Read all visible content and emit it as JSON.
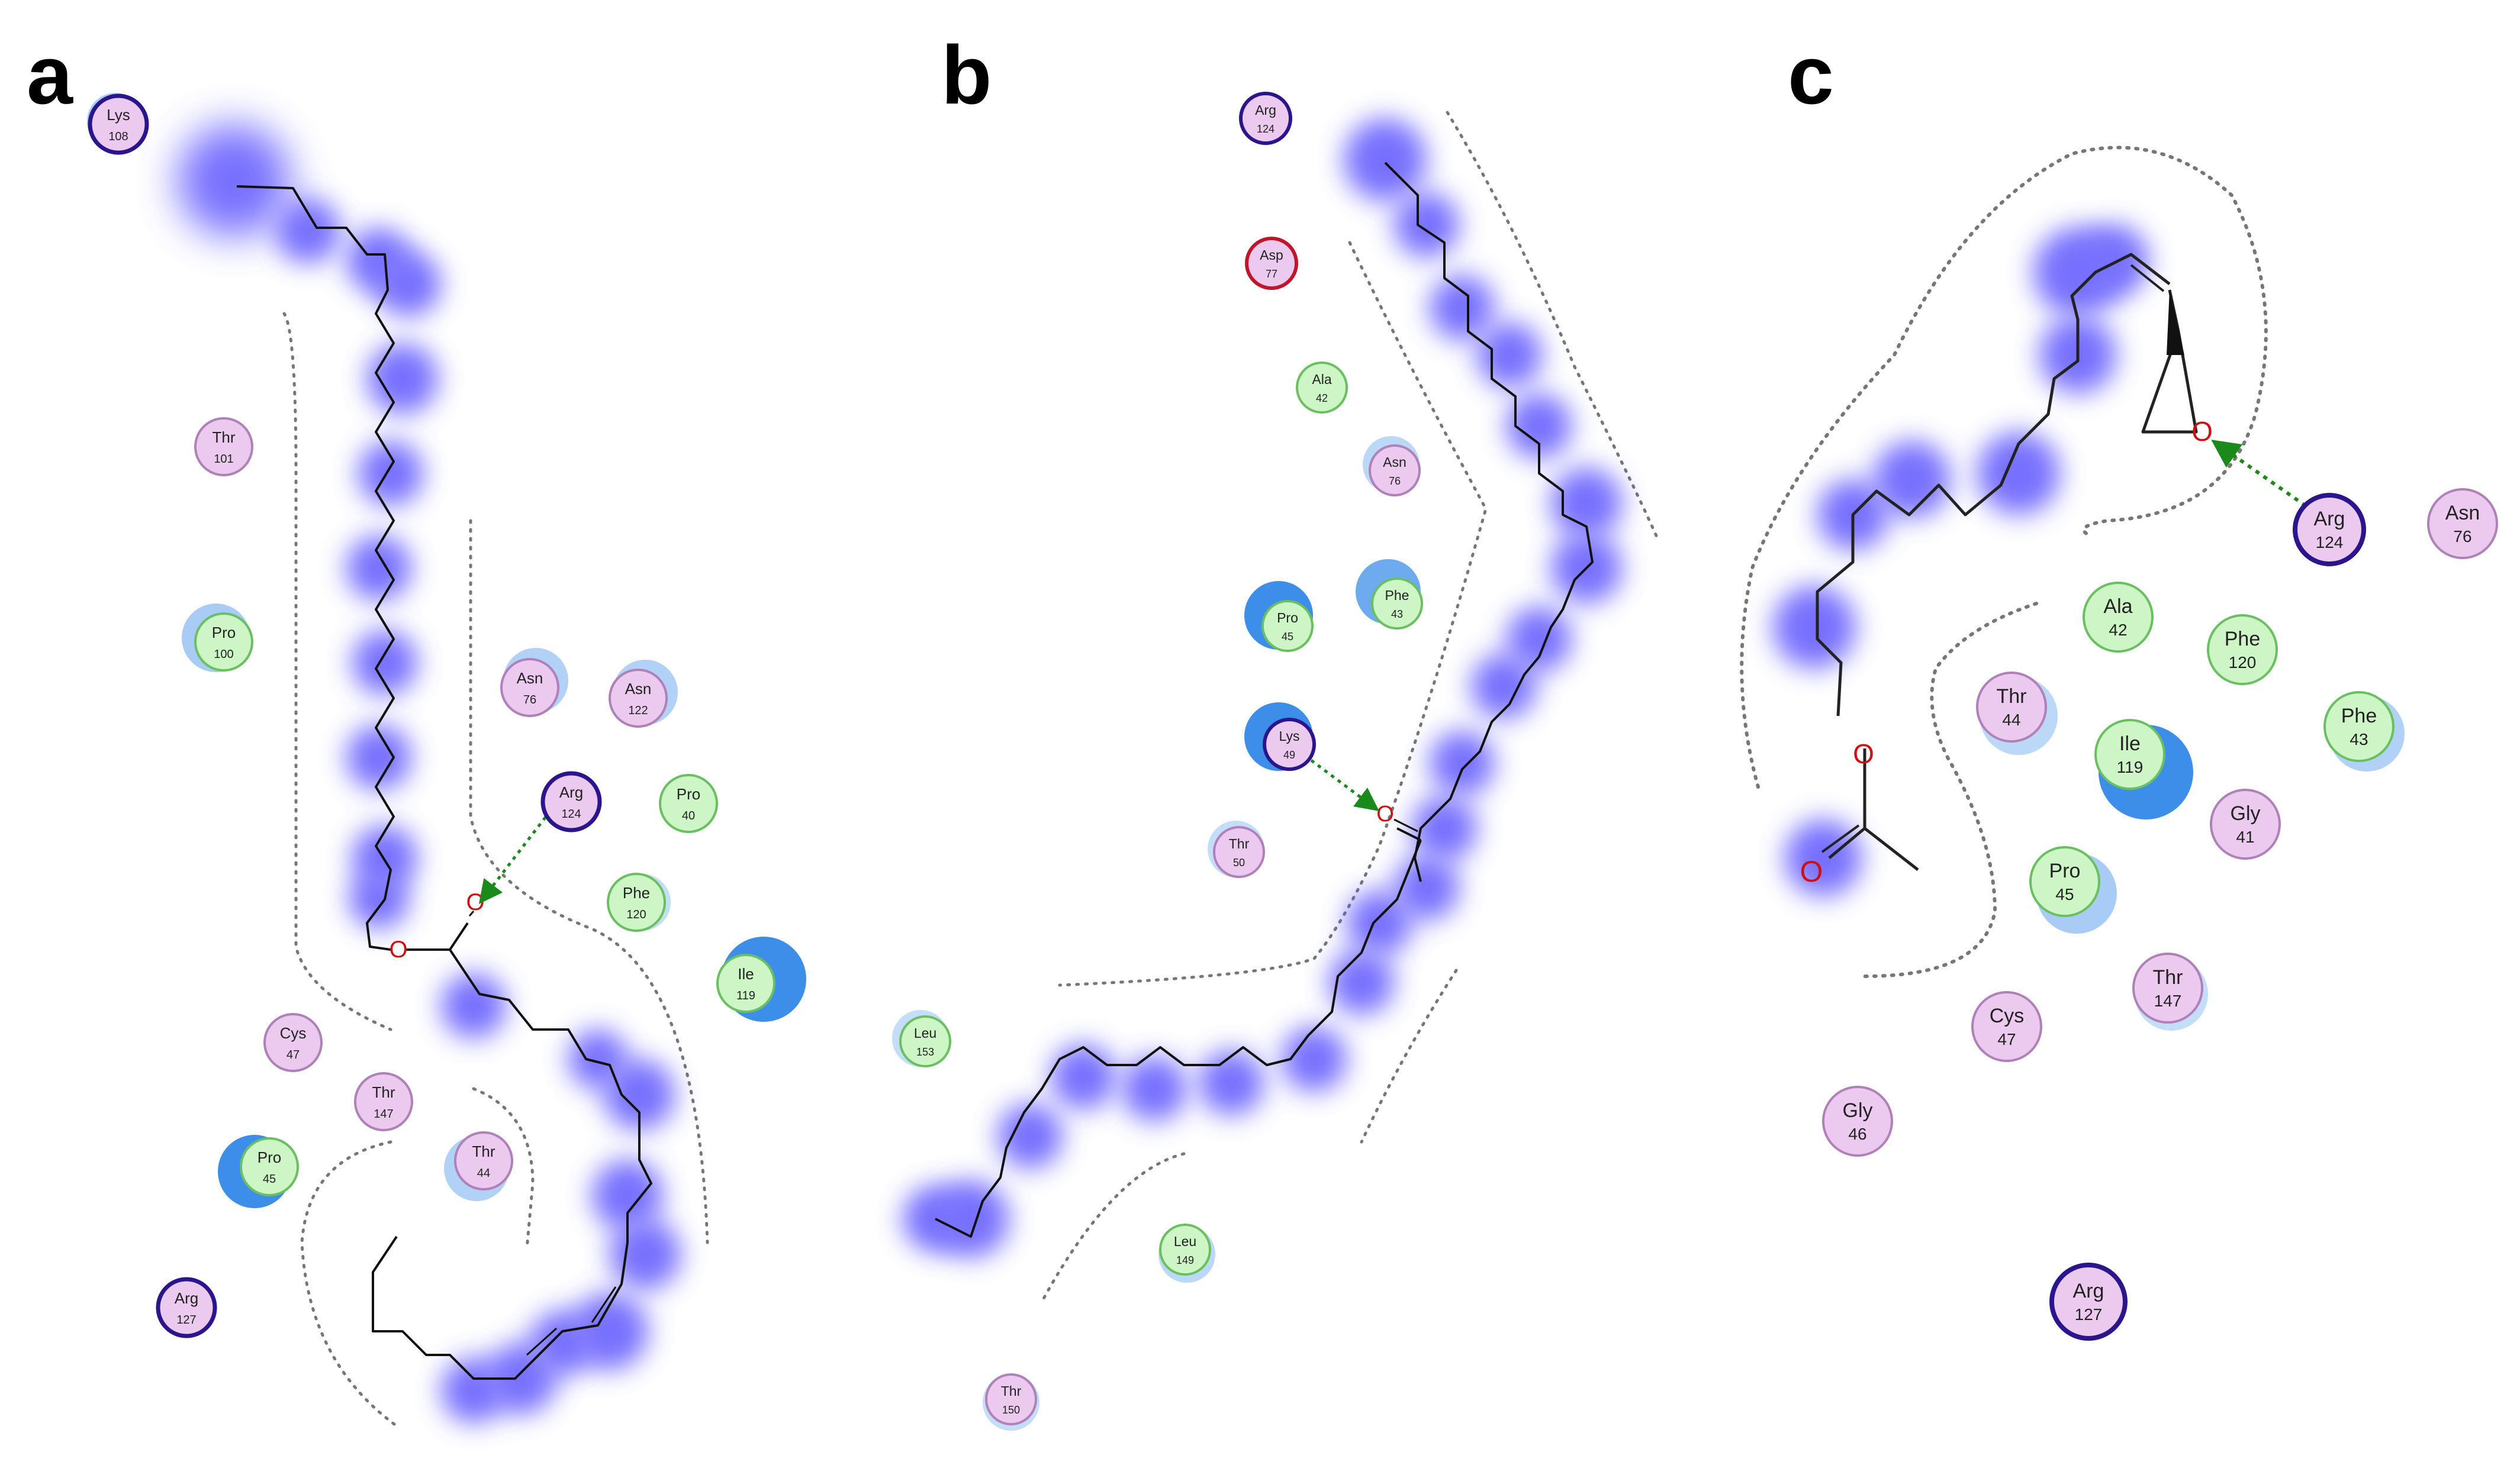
{
  "panels": [
    {
      "label": "a",
      "residues": [
        {
          "name": "Lys",
          "num": "108",
          "type": "basic"
        },
        {
          "name": "Thr",
          "num": "101",
          "type": "polar"
        },
        {
          "name": "Pro",
          "num": "100",
          "type": "hydrophobic"
        },
        {
          "name": "Asn",
          "num": "76",
          "type": "polar"
        },
        {
          "name": "Asn",
          "num": "122",
          "type": "polar"
        },
        {
          "name": "Arg",
          "num": "124",
          "type": "basic"
        },
        {
          "name": "Pro",
          "num": "40",
          "type": "hydrophobic"
        },
        {
          "name": "Phe",
          "num": "120",
          "type": "hydrophobic"
        },
        {
          "name": "Ile",
          "num": "119",
          "type": "hydrophobic"
        },
        {
          "name": "Cys",
          "num": "47",
          "type": "polar"
        },
        {
          "name": "Thr",
          "num": "147",
          "type": "polar"
        },
        {
          "name": "Pro",
          "num": "45",
          "type": "hydrophobic"
        },
        {
          "name": "Thr",
          "num": "44",
          "type": "polar"
        },
        {
          "name": "Arg",
          "num": "127",
          "type": "basic"
        }
      ],
      "atoms": [
        "O",
        "O"
      ]
    },
    {
      "label": "b",
      "residues": [
        {
          "name": "Arg",
          "num": "124",
          "type": "basic"
        },
        {
          "name": "Asp",
          "num": "77",
          "type": "acidic"
        },
        {
          "name": "Ala",
          "num": "42",
          "type": "hydrophobic"
        },
        {
          "name": "Asn",
          "num": "76",
          "type": "polar"
        },
        {
          "name": "Pro",
          "num": "45",
          "type": "hydrophobic"
        },
        {
          "name": "Phe",
          "num": "43",
          "type": "hydrophobic"
        },
        {
          "name": "Lys",
          "num": "49",
          "type": "basic"
        },
        {
          "name": "Thr",
          "num": "50",
          "type": "polar"
        },
        {
          "name": "Leu",
          "num": "153",
          "type": "hydrophobic"
        },
        {
          "name": "Leu",
          "num": "149",
          "type": "hydrophobic"
        },
        {
          "name": "Thr",
          "num": "150",
          "type": "polar"
        }
      ],
      "atoms": [
        "O"
      ]
    },
    {
      "label": "c",
      "residues": [
        {
          "name": "Arg",
          "num": "124",
          "type": "basic"
        },
        {
          "name": "Asn",
          "num": "76",
          "type": "polar"
        },
        {
          "name": "Ala",
          "num": "42",
          "type": "hydrophobic"
        },
        {
          "name": "Phe",
          "num": "120",
          "type": "hydrophobic"
        },
        {
          "name": "Thr",
          "num": "44",
          "type": "polar"
        },
        {
          "name": "Ile",
          "num": "119",
          "type": "hydrophobic"
        },
        {
          "name": "Phe",
          "num": "43",
          "type": "hydrophobic"
        },
        {
          "name": "Gly",
          "num": "41",
          "type": "polar"
        },
        {
          "name": "Pro",
          "num": "45",
          "type": "hydrophobic"
        },
        {
          "name": "Thr",
          "num": "147",
          "type": "polar"
        },
        {
          "name": "Cys",
          "num": "47",
          "type": "polar"
        },
        {
          "name": "Gly",
          "num": "46",
          "type": "polar"
        },
        {
          "name": "Arg",
          "num": "127",
          "type": "basic"
        }
      ],
      "atoms": [
        "O",
        "O",
        "O"
      ]
    }
  ],
  "colors": {
    "hydrophobic_fill": "#cdf5c5",
    "hydrophobic_stroke": "#6ac060",
    "polar_fill": "#ecc9ef",
    "polar_stroke": "#b080b8",
    "basic_stroke": "#2b158c",
    "acidic_stroke": "#c0152a",
    "exposure_halo": "#3d8ee8",
    "ligand_glow": "#5f57ff",
    "hbond": "#1a8a1a",
    "oxygen": "#d01010",
    "pocket_outline": "#777777"
  }
}
